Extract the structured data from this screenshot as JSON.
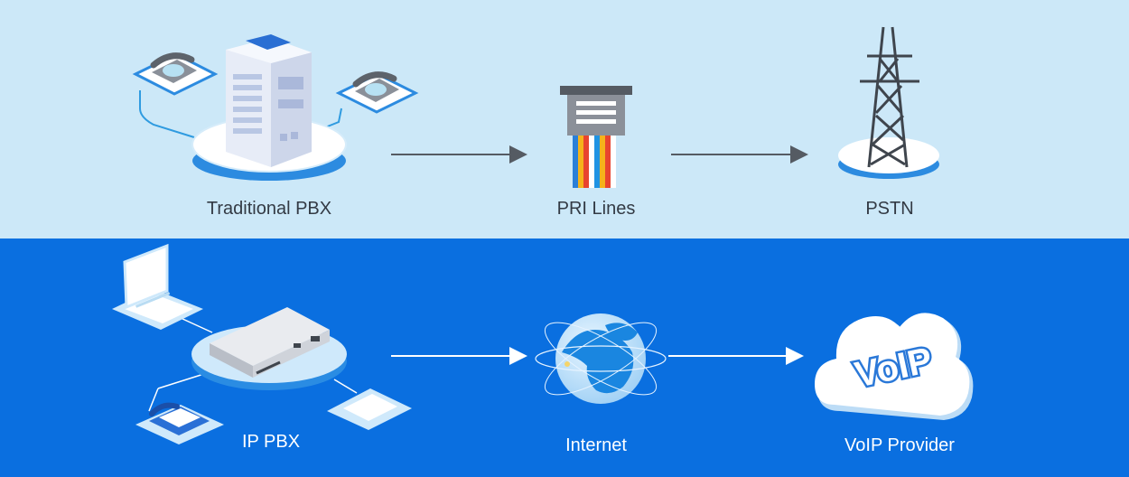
{
  "top_row": {
    "nodes": [
      {
        "label": "Traditional PBX",
        "icon": "pbx-tower-icon"
      },
      {
        "label": "PRI Lines",
        "icon": "pri-lines-icon"
      },
      {
        "label": "PSTN",
        "icon": "transmission-tower-icon"
      }
    ]
  },
  "bottom_row": {
    "nodes": [
      {
        "label": "IP PBX",
        "icon": "ip-pbx-appliance-icon"
      },
      {
        "label": "Internet",
        "icon": "globe-icon"
      },
      {
        "label": "VoIP Provider",
        "icon": "voip-cloud-icon",
        "badge": "VoIP"
      }
    ]
  },
  "colors": {
    "top_background": "#cce8f8",
    "bottom_background": "#0a6fe0",
    "arrow_top": "#555b63",
    "arrow_bottom": "#ffffff"
  }
}
